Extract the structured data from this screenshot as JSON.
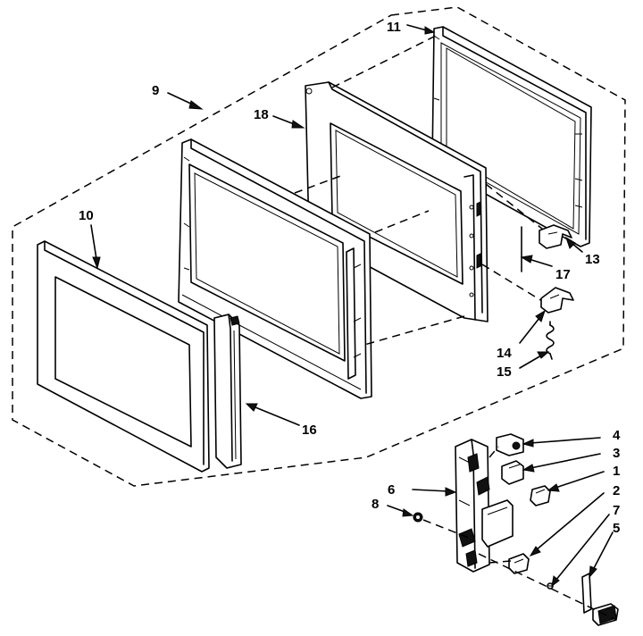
{
  "diagram": {
    "callouts": {
      "c1": "1",
      "c2": "2",
      "c3": "3",
      "c4": "4",
      "c5": "5",
      "c6": "6",
      "c7": "7",
      "c8": "8",
      "c9": "9",
      "c10": "10",
      "c11": "11",
      "c13": "13",
      "c14": "14",
      "c15": "15",
      "c16": "16",
      "c17": "17",
      "c18": "18"
    }
  }
}
